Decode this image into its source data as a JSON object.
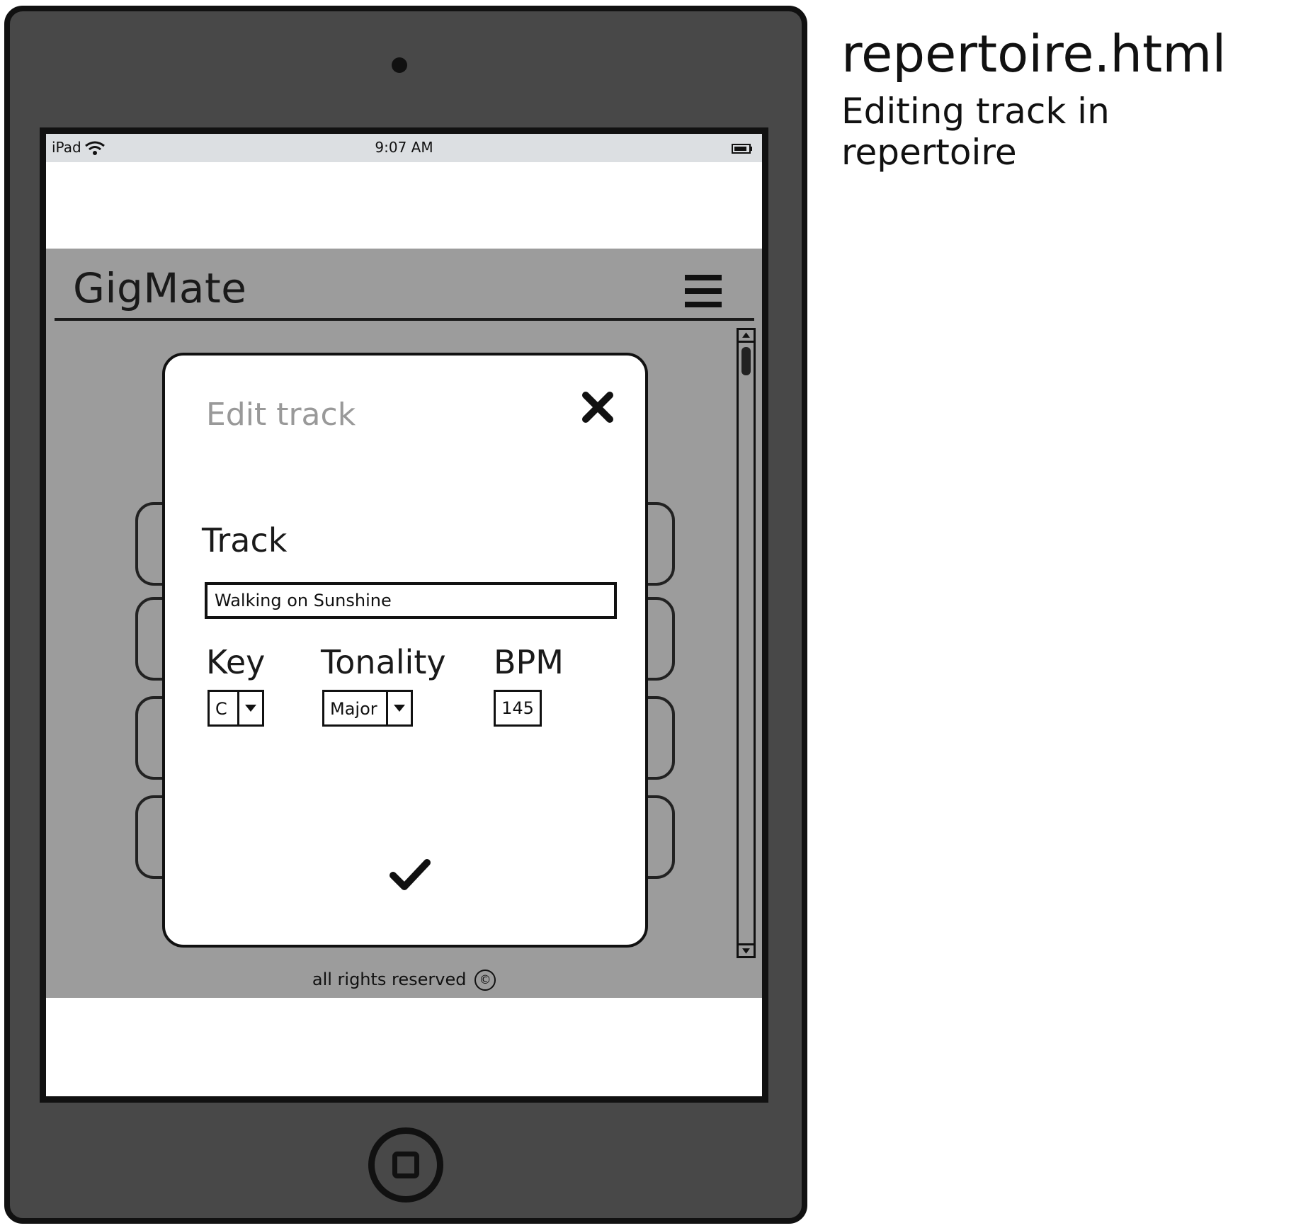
{
  "annotation": {
    "filename": "repertoire.html",
    "caption": "Editing track in repertoire"
  },
  "statusbar": {
    "carrier": "iPad",
    "time": "9:07 AM"
  },
  "header": {
    "brand": "GigMate"
  },
  "modal": {
    "title": "Edit track",
    "track_label": "Track",
    "track_value": "Walking on Sunshine",
    "key_label": "Key",
    "key_value": "C",
    "tonality_label": "Tonality",
    "tonality_value": "Major",
    "bpm_label": "BPM",
    "bpm_value": "145"
  },
  "footer": {
    "text": "all rights reserved",
    "copyright_symbol": "©"
  },
  "icons": {
    "close": "close-icon",
    "confirm": "checkmark-icon",
    "menu": "hamburger-menu-icon",
    "wifi": "wifi-icon",
    "battery": "battery-icon"
  }
}
